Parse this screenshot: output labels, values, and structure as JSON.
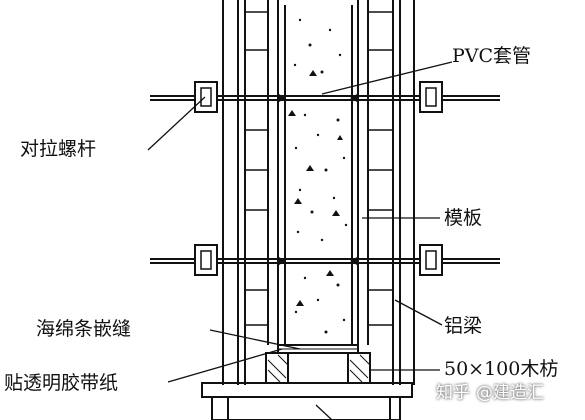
{
  "labels": {
    "pvc_sleeve": "PVC套管",
    "tie_bolt": "对拉螺杆",
    "formwork": "模板",
    "sponge_strip": "海绵条嵌缝",
    "tape": "贴透明胶带纸",
    "aluminum_beam": "铝梁",
    "timber": "50×100木枋"
  },
  "watermark": {
    "platform": "知乎",
    "author": "@建造汇"
  },
  "colors": {
    "line": "#111111",
    "background": "#ffffff"
  }
}
